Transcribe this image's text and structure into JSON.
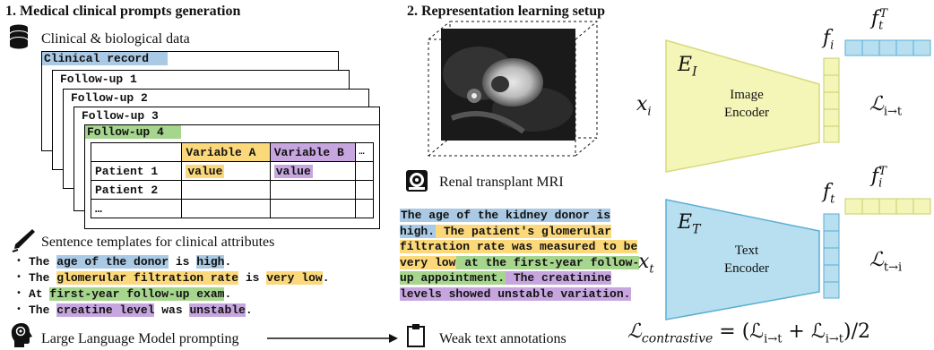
{
  "section1": {
    "title": "1. Medical clinical prompts generation",
    "data_label": "Clinical & biological data",
    "sheets": [
      "Clinical record",
      "Follow-up 1",
      "Follow-up 2",
      "Follow-up 3",
      "Follow-up 4"
    ],
    "table": {
      "header": [
        "Variable A",
        "Variable B",
        "…"
      ],
      "rows": [
        {
          "name": "Patient 1",
          "a": "value",
          "b": "value"
        },
        {
          "name": "Patient 2",
          "a": "",
          "b": ""
        },
        {
          "name": "…",
          "a": "",
          "b": ""
        }
      ]
    },
    "templates_label": "Sentence templates for clinical attributes",
    "templates": [
      {
        "pre": "The ",
        "attr": "age of the donor",
        "mid": " is ",
        "val": "high",
        "post": "."
      },
      {
        "pre": "The ",
        "attr": "glomerular filtration rate",
        "mid": " is ",
        "val": "very low",
        "post": "."
      },
      {
        "pre": "At ",
        "attr": "first-year follow-up exam",
        "mid": "",
        "val": "",
        "post": "."
      },
      {
        "pre": "The ",
        "attr": "creatine level",
        "mid": " was ",
        "val": "unstable",
        "post": "."
      }
    ],
    "llm_label": "Large Language Model prompting",
    "weak_label": "Weak text annotations"
  },
  "section2": {
    "title": "2. Representation learning setup",
    "mri_label": "Renal transplant MRI",
    "paragraph": [
      {
        "text": "The age of the kidney donor is high.",
        "color": "blue"
      },
      {
        "text": " The patient's glomerular filtration rate was measured to be very low",
        "color": "yellow"
      },
      {
        "text": " at the first-year follow-up appointment.",
        "color": "green"
      },
      {
        "text": " The creatinine levels showed unstable variation.",
        "color": "purple"
      }
    ],
    "image_encoder": {
      "symbol": "E",
      "sub": "I",
      "label_line1": "Image",
      "label_line2": "Encoder",
      "input": "x",
      "input_sub": "i",
      "feature": "f",
      "feature_sub": "i"
    },
    "text_encoder": {
      "symbol": "E",
      "sub": "T",
      "label_line1": "Text",
      "label_line2": "Encoder",
      "input": "x",
      "input_sub": "t",
      "feature": "f",
      "feature_sub": "t"
    },
    "loss_i2t": {
      "symbol": "ℒ",
      "sub": "i→t"
    },
    "loss_t2i": {
      "symbol": "ℒ",
      "sub": "t→i"
    },
    "ft_T": {
      "symbol": "f",
      "sub": "t",
      "sup": "T"
    },
    "fi_T": {
      "symbol": "f",
      "sub": "i",
      "sup": "T"
    },
    "contrastive": {
      "lhs": "ℒ",
      "lhs_sub": "contrastive",
      "rhs": "= (ℒ",
      "rhs_sub1": "i→t",
      "plus": " + ℒ",
      "rhs_sub2": "i→t",
      "end": ")/2"
    }
  },
  "colors": {
    "blue": "#a9c9e4",
    "yellow": "#fbd87a",
    "green": "#a6d58e",
    "purple": "#c7a6e0",
    "image_encoder": "#f4f6b8",
    "image_encoder_stroke": "#d6d97a",
    "text_encoder": "#b8dff0",
    "text_encoder_stroke": "#5aaed3"
  }
}
